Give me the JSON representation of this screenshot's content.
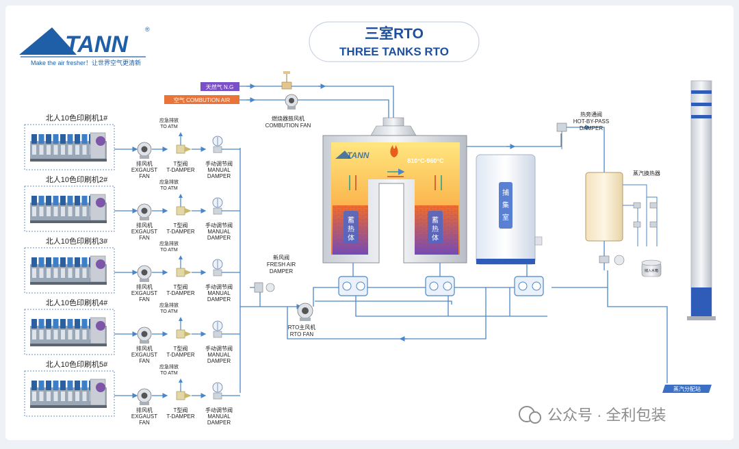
{
  "logo": {
    "brand": "TANN",
    "reg": "®",
    "slogan": "Make the air fresher！让世界空气更清新"
  },
  "title": {
    "zh": "三室RTO",
    "en": "THREE TANKS  RTO"
  },
  "inputs": {
    "ng": "天然气 N.G",
    "air": "空气 COMBUTION AIR"
  },
  "combustion_fan": {
    "zh": "燃烧器鼓风机",
    "en": "COMBUTION FAN"
  },
  "presses": [
    {
      "title": "北人10色印刷机1#"
    },
    {
      "title": "北人10色印刷机2#"
    },
    {
      "title": "北人10色印刷机3#"
    },
    {
      "title": "北人10色印刷机4#"
    },
    {
      "title": "北人10色印刷机5#"
    }
  ],
  "press_labels": {
    "atm_zh": "应急排放",
    "atm_en": "TO ATM",
    "fan_zh": "排风机",
    "fan_en1": "EXGAUST",
    "fan_en2": "FAN",
    "tdamper_zh": "T型阀",
    "tdamper_en": "T-DAMPER",
    "manual_zh": "手动调节阀",
    "manual_en1": "MANUAL",
    "manual_en2": "DAMPER"
  },
  "fresh_air": {
    "zh": "新风阀",
    "en1": "FRESH AIR",
    "en2": "DAMPER"
  },
  "rto_fan": {
    "zh": "RTO主风机",
    "en": "RTO FAN"
  },
  "chamber": {
    "temp": "810°C-960°C",
    "bed": [
      "蓄",
      "热",
      "体"
    ],
    "logo": "TANN"
  },
  "capture": [
    "捕",
    "集",
    "室"
  ],
  "bypass": {
    "zh": "热旁通阀",
    "en1": "HOT-BY-PASS",
    "en2": "DAMPER"
  },
  "steam_hx": "蒸汽换热器",
  "water_tank": "储入水箱",
  "steam_station": "蒸汽分配站",
  "watermark": "公众号 · 全利包装",
  "colors": {
    "pipe": "#4a86c8",
    "title_blue": "#1e50a0",
    "ng": "#7b4fc8",
    "air": "#e8743a",
    "logo": "#1f5fa8"
  }
}
